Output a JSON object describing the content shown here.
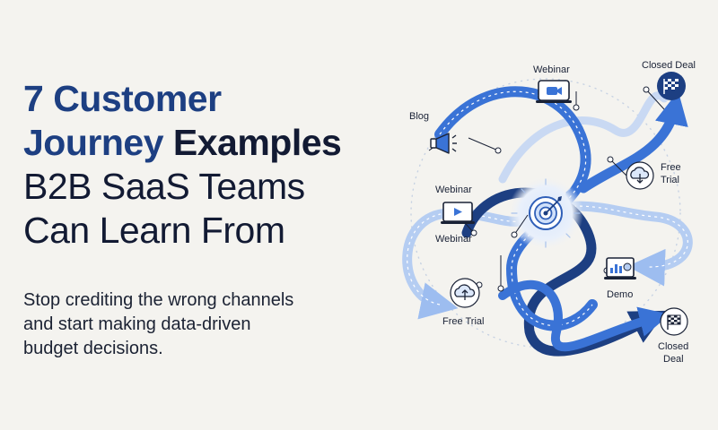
{
  "headline": {
    "line1_num": "7 ",
    "line1_accent": "Customer",
    "line2_accent": "Journey ",
    "line2_dark": "Examples",
    "line3": "B2B SaaS Teams",
    "line4": "Can Learn From"
  },
  "subheadline": {
    "line1": "Stop crediting the wrong channels",
    "line2": "and start making data-driven",
    "line3": "budget decisions."
  },
  "diagram": {
    "center_icon": "target-icon",
    "labels": {
      "webinar_top": "Webinar",
      "blog": "Blog",
      "closed_deal_top": "Closed Deal",
      "free_trial_right_1": "Free",
      "free_trial_right_2": "Trial",
      "webinar_left_1": "Webinar",
      "webinar_left_2": "Webinar",
      "free_trial_bottom": "Free Trial",
      "demo": "Demo",
      "closed_deal_bottom_1": "Closed",
      "closed_deal_bottom_2": "Deal"
    },
    "colors": {
      "path_dark": "#1d3f82",
      "path_mid": "#3a73d6",
      "path_light": "#b5cdf2",
      "text": "#121a33"
    }
  }
}
